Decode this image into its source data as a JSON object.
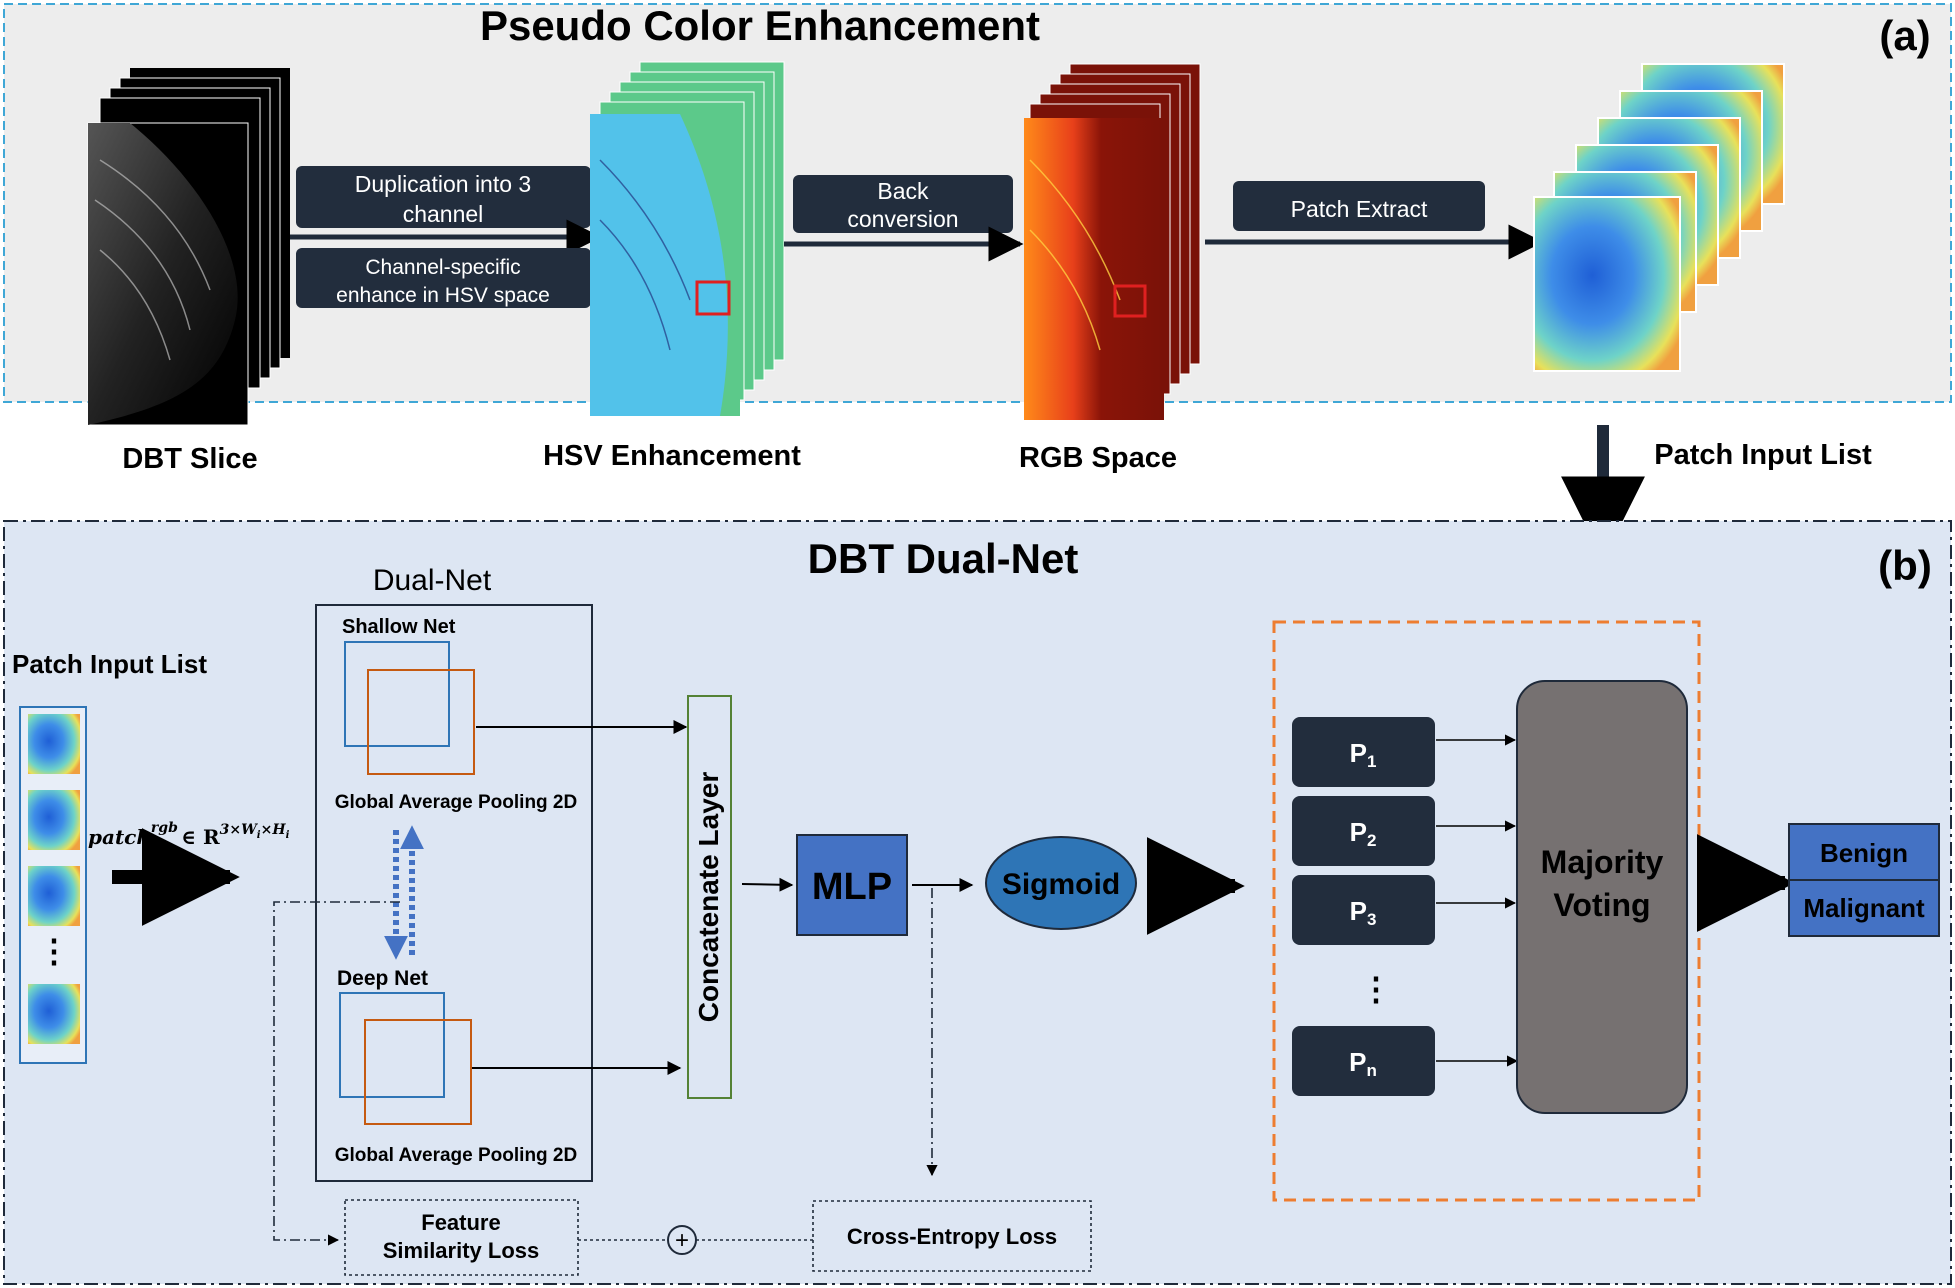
{
  "panel_a": {
    "title": "Pseudo Color Enhancement",
    "panel_label": "(a)",
    "stages": {
      "dbt_slice": "DBT Slice",
      "hsv_enhancement": "HSV Enhancement",
      "rgb_space": "RGB Space",
      "patch_input_list": "Patch Input List"
    },
    "steps": {
      "duplication_line1": "Duplication into 3",
      "duplication_line2": "channel",
      "channel_specific_line1": "Channel-specific",
      "channel_specific_line2": "enhance in HSV space",
      "back_conversion_line1": "Back",
      "back_conversion_line2": "conversion",
      "patch_extract": "Patch Extract"
    }
  },
  "panel_b": {
    "title": "DBT Dual-Net",
    "panel_label": "(b)",
    "patch_input_list": "Patch Input List",
    "patch_ellipsis": "⋮",
    "formula": {
      "base": "patch",
      "superscript": "rgb",
      "subscript": "i",
      "element_of": "∈ R",
      "dims": "3×W",
      "dim_sub_1": "i",
      "times": "×H",
      "dim_sub_2": "i"
    },
    "dual_net_title": "Dual-Net",
    "shallow_net": "Shallow Net",
    "deep_net": "Deep Net",
    "gap_top": "Global Average Pooling 2D",
    "gap_bottom": "Global Average Pooling 2D",
    "concatenate": "Concatenate Layer",
    "mlp": "MLP",
    "sigmoid": "Sigmoid",
    "probabilities": [
      {
        "base": "P",
        "sub": "1"
      },
      {
        "base": "P",
        "sub": "2"
      },
      {
        "base": "P",
        "sub": "3"
      },
      {
        "base": "P",
        "sub": "n"
      }
    ],
    "prob_ellipsis": "⋮",
    "majority_line1": "Majority",
    "majority_line2": "Voting",
    "outputs": {
      "benign": "Benign",
      "malignant": "Malignant"
    },
    "feature_loss_line1": "Feature",
    "feature_loss_line2": "Similarity Loss",
    "cross_entropy_loss": "Cross-Entropy Loss",
    "plus": "+"
  },
  "colors": {
    "panel_a_border": "#3fa7d6",
    "panel_b_bg": "#dde6f3",
    "dark_box": "#222d3d",
    "mlp_fill": "#4472c4",
    "sigmoid_fill": "#2e75b6",
    "majority_fill": "#767171",
    "orange_dashed": "#ed7d31",
    "concat_border": "#548235"
  }
}
